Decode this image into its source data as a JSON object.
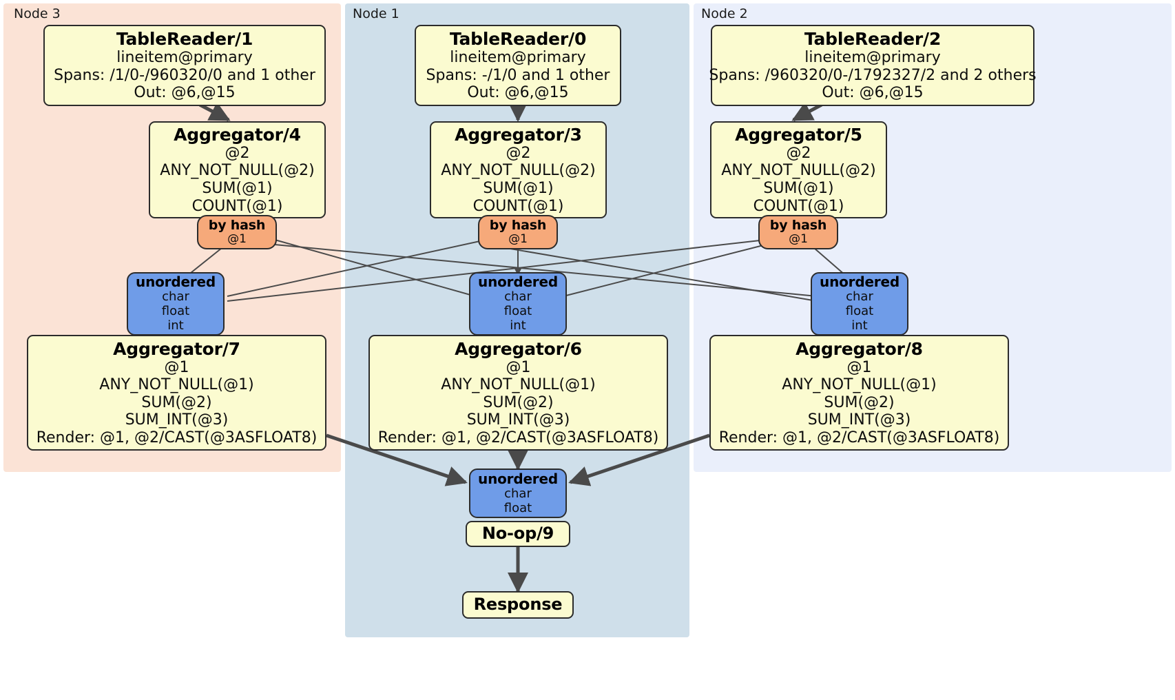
{
  "diagram": {
    "title": "Distributed SQL physical plan",
    "colors": {
      "node3_panel": "#fbe3d6",
      "node1_panel": "#cfdfea",
      "node2_panel": "#eaeffb",
      "processor_fill": "#fbfbd0",
      "router_fill": "#f6a97a",
      "stream_fill": "#6f9ce8",
      "edge": "#4a4a4a",
      "border": "#2b2b2b"
    },
    "panels": [
      {
        "id": "node3",
        "label": "Node 3"
      },
      {
        "id": "node1",
        "label": "Node 1"
      },
      {
        "id": "node2",
        "label": "Node 2"
      }
    ],
    "nodes": {
      "tablereader_1": {
        "title": "TableReader/1",
        "lines": [
          "lineitem@primary",
          "Spans: /1/0-/960320/0 and 1 other",
          "Out: @6,@15"
        ]
      },
      "tablereader_0": {
        "title": "TableReader/0",
        "lines": [
          "lineitem@primary",
          "Spans: -/1/0 and 1 other",
          "Out: @6,@15"
        ]
      },
      "tablereader_2": {
        "title": "TableReader/2",
        "lines": [
          "lineitem@primary",
          "Spans: /960320/0-/1792327/2 and 2 others",
          "Out: @6,@15"
        ]
      },
      "aggregator_4": {
        "title": "Aggregator/4",
        "lines": [
          "@2",
          "ANY_NOT_NULL(@2)",
          "SUM(@1)",
          "COUNT(@1)"
        ]
      },
      "aggregator_3": {
        "title": "Aggregator/3",
        "lines": [
          "@2",
          "ANY_NOT_NULL(@2)",
          "SUM(@1)",
          "COUNT(@1)"
        ]
      },
      "aggregator_5": {
        "title": "Aggregator/5",
        "lines": [
          "@2",
          "ANY_NOT_NULL(@2)",
          "SUM(@1)",
          "COUNT(@1)"
        ]
      },
      "byhash_left": {
        "title": "by hash",
        "lines": [
          "@1"
        ]
      },
      "byhash_mid": {
        "title": "by hash",
        "lines": [
          "@1"
        ]
      },
      "byhash_right": {
        "title": "by hash",
        "lines": [
          "@1"
        ]
      },
      "unordered_left": {
        "title": "unordered",
        "lines": [
          "char",
          "float",
          "int"
        ]
      },
      "unordered_mid": {
        "title": "unordered",
        "lines": [
          "char",
          "float",
          "int"
        ]
      },
      "unordered_right": {
        "title": "unordered",
        "lines": [
          "char",
          "float",
          "int"
        ]
      },
      "aggregator_7": {
        "title": "Aggregator/7",
        "lines": [
          "@1",
          "ANY_NOT_NULL(@1)",
          "SUM(@2)",
          "SUM_INT(@3)",
          "Render: @1, @2/CAST(@3ASFLOAT8)"
        ]
      },
      "aggregator_6": {
        "title": "Aggregator/6",
        "lines": [
          "@1",
          "ANY_NOT_NULL(@1)",
          "SUM(@2)",
          "SUM_INT(@3)",
          "Render: @1, @2/CAST(@3ASFLOAT8)"
        ]
      },
      "aggregator_8": {
        "title": "Aggregator/8",
        "lines": [
          "@1",
          "ANY_NOT_NULL(@1)",
          "SUM(@2)",
          "SUM_INT(@3)",
          "Render: @1, @2/CAST(@3ASFLOAT8)"
        ]
      },
      "unordered_final": {
        "title": "unordered",
        "lines": [
          "char",
          "float"
        ]
      },
      "noop_9": {
        "title": "No-op/9",
        "lines": []
      },
      "response": {
        "title": "Response",
        "lines": []
      }
    }
  }
}
